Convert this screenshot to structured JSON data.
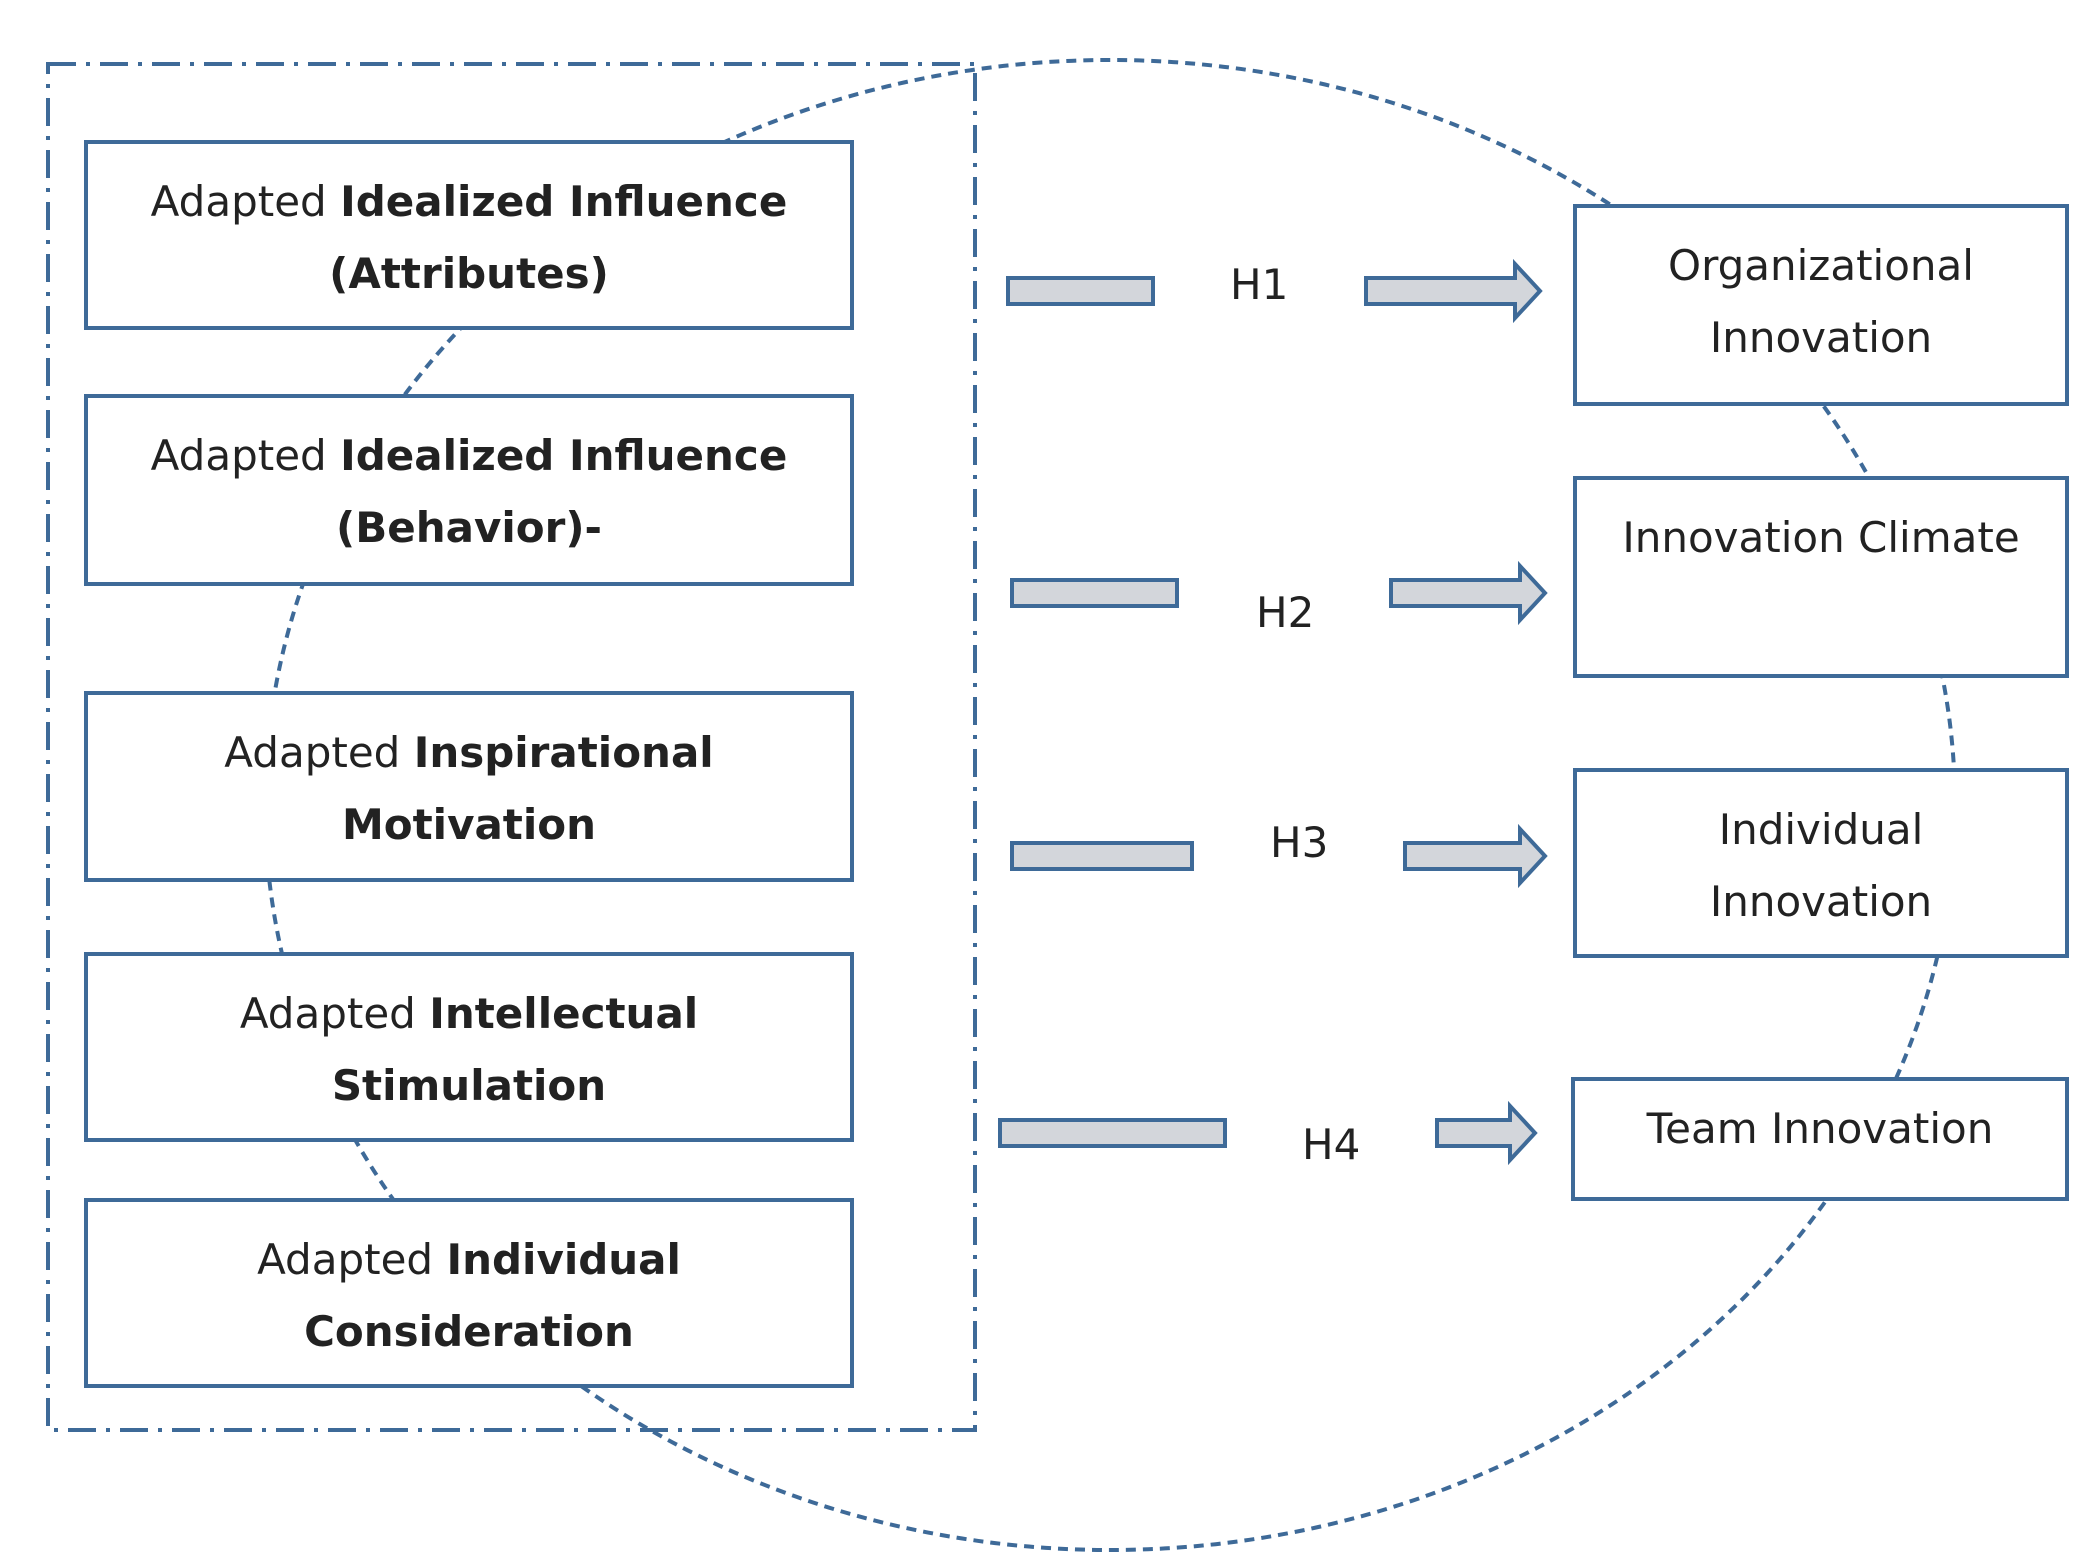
{
  "diagram": {
    "colors": {
      "border": "#3e6a98",
      "arrow_fill": "#d3d6db",
      "text": "#222222"
    },
    "left_boxes": [
      {
        "prefix": "Adapted",
        "bold_line1": "Idealized Influence",
        "bold_line2": "(Attributes)"
      },
      {
        "prefix": "Adapted",
        "bold_line1": "Idealized Influence",
        "bold_line2": "(Behavior)-"
      },
      {
        "prefix": "Adapted",
        "bold_line1": "Inspirational",
        "bold_line2": "Motivation"
      },
      {
        "prefix": "Adapted",
        "bold_line1": "Intellectual",
        "bold_line2": "Stimulation"
      },
      {
        "prefix": "Adapted",
        "bold_line1": "Individual",
        "bold_line2": "Consideration"
      }
    ],
    "right_boxes": [
      {
        "line1": "Organizational",
        "line2": "Innovation"
      },
      {
        "line1": "Innovation Climate",
        "line2": ""
      },
      {
        "line1": "Individual",
        "line2": "Innovation"
      },
      {
        "line1": "Team Innovation",
        "line2": ""
      }
    ],
    "hypotheses": [
      "H1",
      "H2",
      "H3",
      "H4"
    ]
  }
}
